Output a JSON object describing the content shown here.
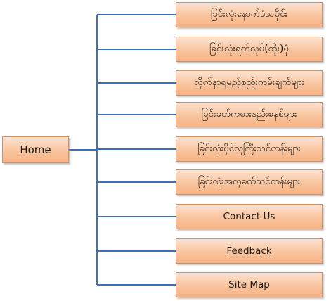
{
  "root": {
    "label": "Home"
  },
  "children": [
    {
      "label": "ခြင်းလုံးနောက်ခံသမိုင်း"
    },
    {
      "label": "ခြင်းလုံးရက်လုပ်(ထိုး)ပုံ"
    },
    {
      "label": "လိုက်နာရမည့်စည်းကမ်းချက်များ"
    },
    {
      "label": "ခြင်းခတ်ကစားနည်းစနစ်များ"
    },
    {
      "label": "ခြင်းလုံးဗိုင်လူကြီးသင်တန်းများ"
    },
    {
      "label": "ခြင်းလုံးအလှခတ်သင်တန်းများ"
    },
    {
      "label": "Contact Us"
    },
    {
      "label": "Feedback"
    },
    {
      "label": "Site Map"
    }
  ],
  "colors": {
    "connector": "#3f6fb5",
    "box_top": "#fde3d1",
    "box_bottom": "#f6b385",
    "box_border": "#c9926a",
    "text": "#1a1a1a"
  }
}
